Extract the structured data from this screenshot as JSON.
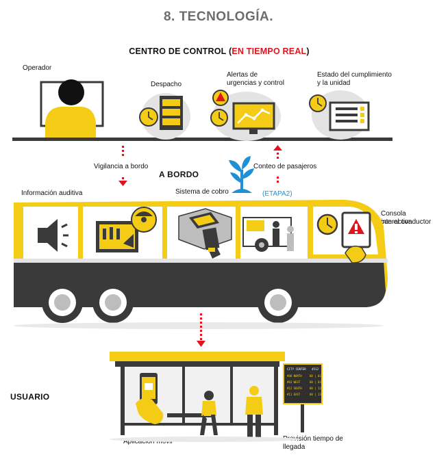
{
  "title": "8. TECNOLOGÍA.",
  "control_center": {
    "prefix": "CENTRO DE CONTROL (",
    "highlight": "EN TIEMPO REAL",
    "suffix": ")",
    "items": {
      "operator": "Operador",
      "dispatch": "Despacho",
      "alerts_line1": "Alertas de",
      "alerts_line2": "urgencias y control",
      "status_line1": "Estado del cumplimiento",
      "status_line2": "y la unidad"
    }
  },
  "onboard": {
    "heading": "A BORDO",
    "surveillance": "Vigilancia a bordo",
    "passenger_count": "Conteo de pasajeros",
    "stage": "(ETAPA2)",
    "audio_info": "Información auditiva",
    "fare_system": "Sistema de cobro",
    "console_line1": "Consola interactiva",
    "console_line2": "con el conductor"
  },
  "user": {
    "heading": "USUARIO",
    "mobile_app": "Aplicación móvil",
    "forecast_line1": "Previsión tiempo de",
    "forecast_line2": "llegada",
    "board": {
      "header": "CITY CENTER",
      "header_code": "4512",
      "rows": [
        {
          "route": "#08 NORTH",
          "time": "00 | 01"
        },
        {
          "route": "#03 WEST",
          "time": "00 | 03"
        },
        {
          "route": "#12 SOUTH",
          "time": "00 | 12"
        },
        {
          "route": "#11 EAST",
          "time": "00 | 13"
        }
      ]
    }
  },
  "colors": {
    "yellow": "#f4cc16",
    "dark": "#3a3a3a",
    "gray": "#e3e3e3",
    "red": "#e0141c",
    "blue": "#1f8fd6"
  }
}
